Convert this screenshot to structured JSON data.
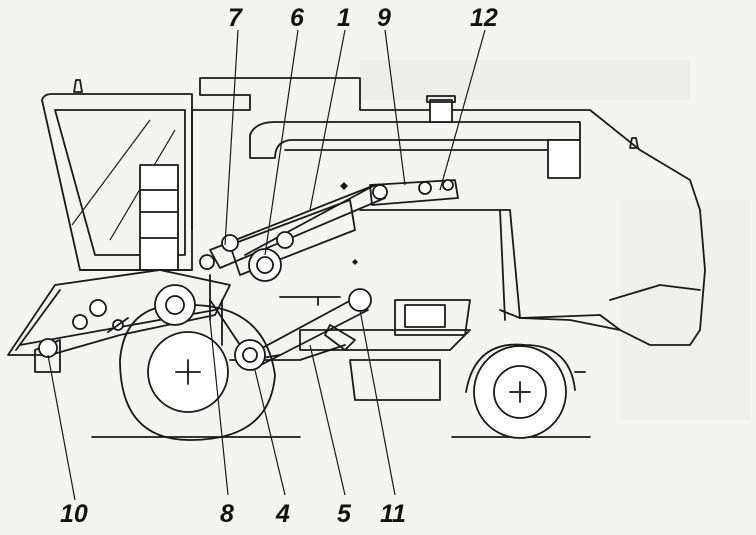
{
  "diagram": {
    "labels": {
      "l7": "7",
      "l6": "6",
      "l1": "1",
      "l9": "9",
      "l12": "12",
      "l10": "10",
      "l8": "8",
      "l4": "4",
      "l5": "5",
      "l11": "11"
    }
  },
  "colors": {
    "ink": "#1a1a1a",
    "paper": "#f4f4f2"
  }
}
